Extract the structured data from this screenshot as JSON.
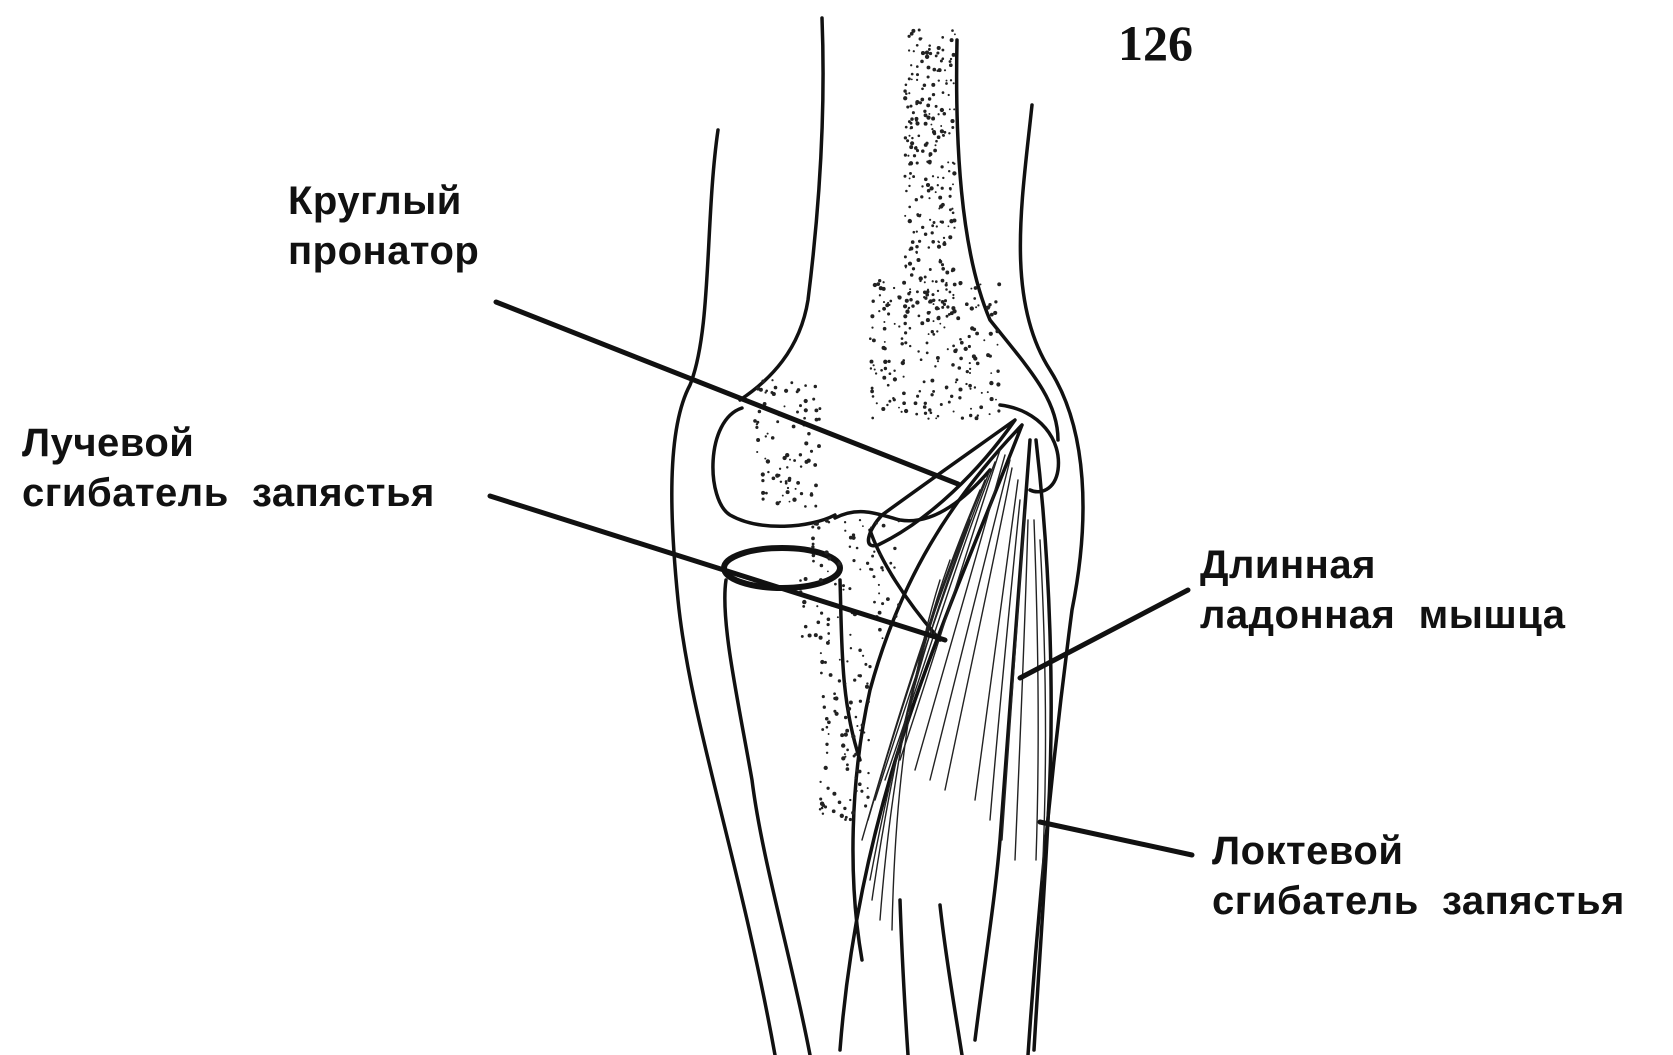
{
  "figure": {
    "page_number": "126",
    "labels": {
      "pronator_teres": [
        "Круглый",
        "пронатор"
      ],
      "flexor_carpi_radialis": [
        "Лучевой",
        "сгибатель  запястья"
      ],
      "palmaris_longus": [
        "Длинная",
        "ладонная  мышца"
      ],
      "flexor_carpi_ulnaris": [
        "Локтевой",
        "сгибатель  запястья"
      ]
    }
  }
}
